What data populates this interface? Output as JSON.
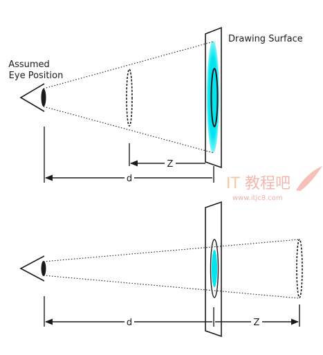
{
  "labels": {
    "assumed_line1": "Assumed",
    "assumed_line2": "Eye Position",
    "drawing_surface": "Drawing Surface",
    "d_top": "d",
    "z_top": "Z",
    "d_bottom": "d",
    "z_bottom": "Z"
  },
  "watermark": {
    "brand_latin": "IT",
    "brand_cn": "教程吧",
    "url": "www.itjc8.com"
  },
  "colors": {
    "line": "#1a1a1a",
    "projection": "#00e5f0"
  }
}
